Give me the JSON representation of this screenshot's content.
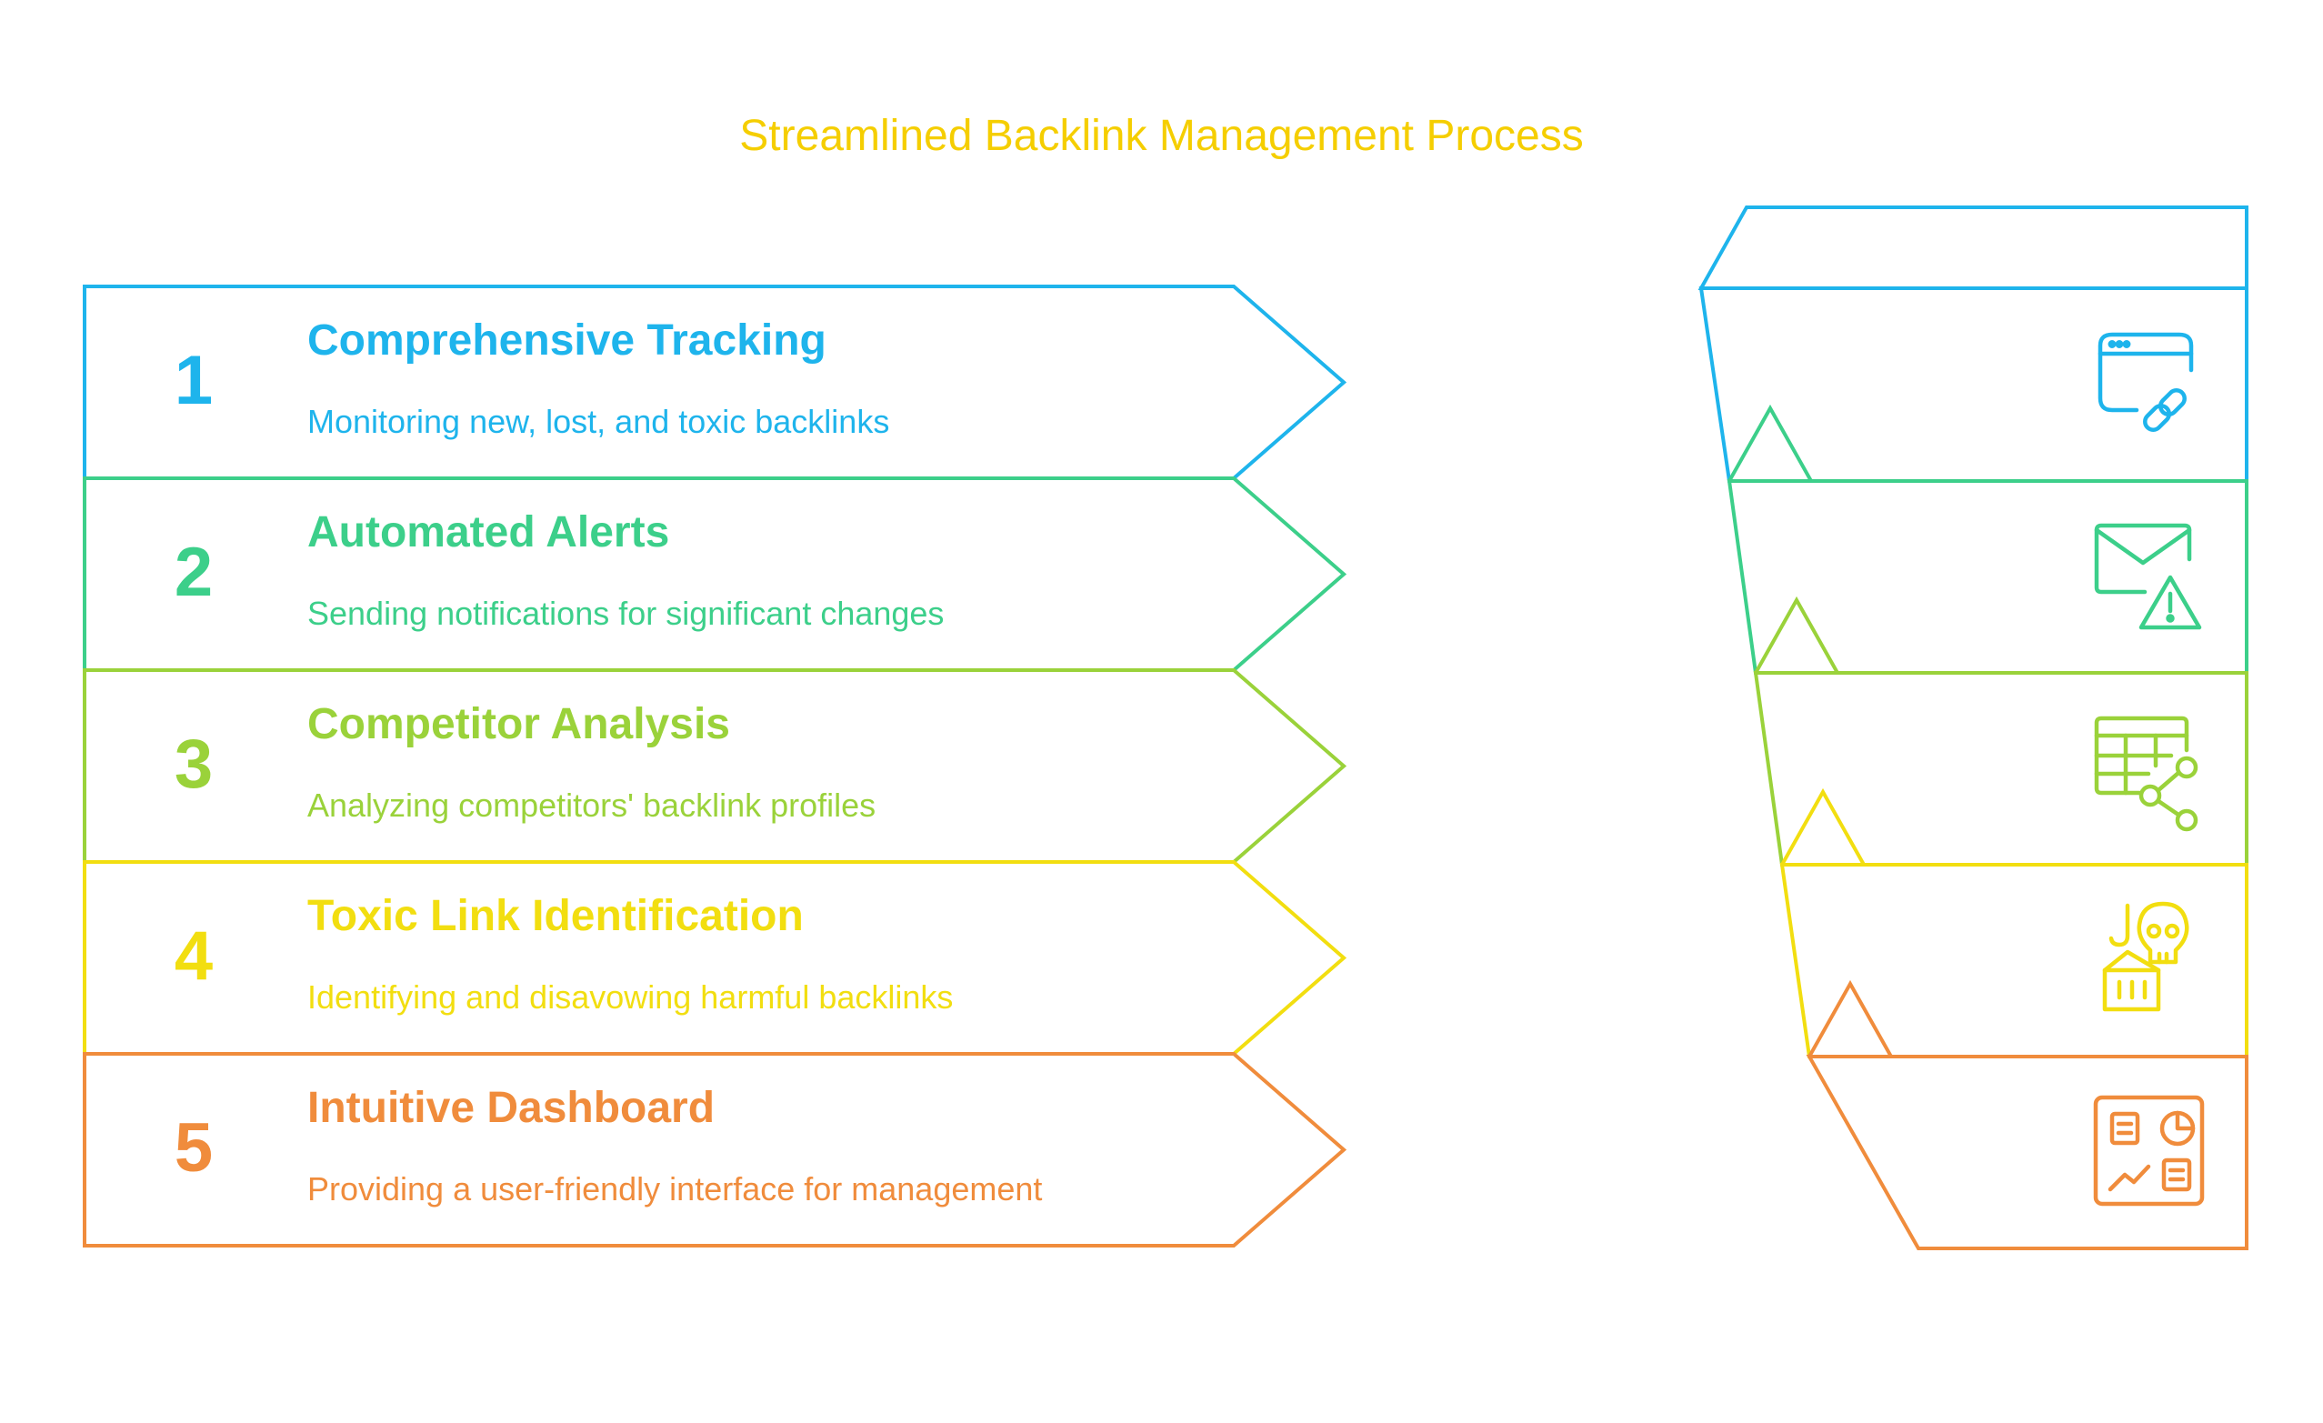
{
  "title": "Streamlined Backlink Management Process",
  "steps": [
    {
      "number": "1",
      "title": "Comprehensive Tracking",
      "description": "Monitoring new, lost, and toxic backlinks",
      "color": "#1EB4EC",
      "icon": "browser-link-icon"
    },
    {
      "number": "2",
      "title": "Automated Alerts",
      "description": "Sending notifications for significant changes",
      "color": "#3CCF8A",
      "icon": "mail-warning-icon"
    },
    {
      "number": "3",
      "title": "Competitor Analysis",
      "description": "Analyzing competitors' backlink profiles",
      "color": "#9AD23A",
      "icon": "table-share-icon"
    },
    {
      "number": "4",
      "title": "Toxic Link Identification",
      "description": "Identifying and disavowing harmful backlinks",
      "color": "#F2DE10",
      "icon": "skull-fishing-icon"
    },
    {
      "number": "5",
      "title": "Intuitive Dashboard",
      "description": "Providing a user-friendly interface for management",
      "color": "#F08C3C",
      "icon": "dashboard-icon"
    }
  ]
}
